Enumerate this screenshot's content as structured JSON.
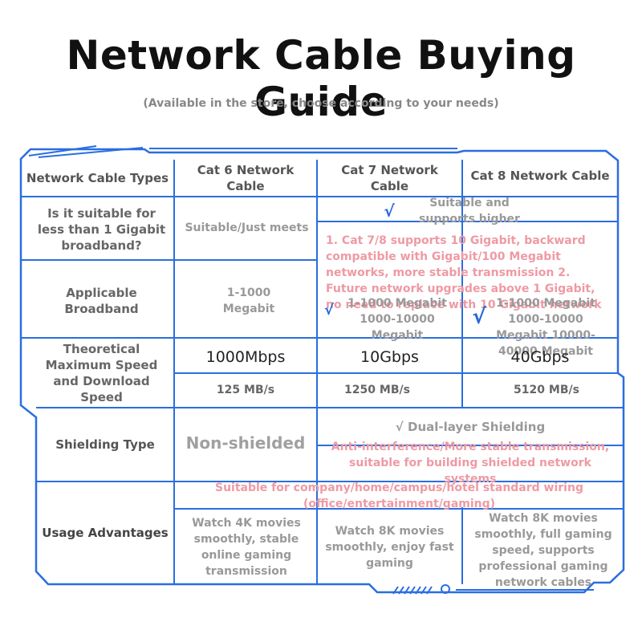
{
  "title": "Network Cable Buying Guide",
  "subtitle": "(Available in the store, choose according to your needs)",
  "table": {
    "headers": [
      "Network Cable Types",
      "Cat 6 Network Cable",
      "Cat 7 Network Cable",
      "Cat 8 Network Cable"
    ],
    "row_gigabit": {
      "label": "Is it suitable for less than 1 Gigabit broadband?",
      "cat6": "Suitable/Just meets",
      "cat78_tick": "√",
      "cat78": "Suitable and supports higher",
      "note": "1. Cat 7/8 supports 10 Gigabit, backward compatible with Gigabit/100 Megabit networks, more stable transmission 2. Future network upgrades above 1 Gigabit, no need to replace with 10 Gigabit network"
    },
    "row_broadband": {
      "label": "Applicable Broadband",
      "cat6": "1-1000 Megabit",
      "cat7": "1-1000 Megabit 1000-10000 Megabit",
      "cat8": "1-1000 Megabit 1000-10000 Megabit 10000-40000 Megabit",
      "tick": "√"
    },
    "row_speed": {
      "label": "Theoretical Maximum Speed and Download Speed",
      "cat6_speed": "1000Mbps",
      "cat7_speed": "10Gbps",
      "cat8_speed": "40Gbps",
      "cat6_dl": "125 MB/s",
      "cat7_dl": "1250 MB/s",
      "cat8_dl": "5120 MB/s"
    },
    "row_shield": {
      "label": "Shielding Type",
      "cat6": "Non-shielded",
      "cat78": "√ Dual-layer Shielding",
      "note": "Anti-interference/More stable transmission, suitable for building shielded network systems"
    },
    "row_usage": {
      "label": "Usage Advantages",
      "note": "Suitable for company/home/campus/hotel standard wiring (office/entertainment/gaming)",
      "cat6": "Watch 4K movies smoothly, stable online gaming transmission",
      "cat7": "Watch 8K movies smoothly, enjoy fast gaming",
      "cat8": "Watch 8K movies smoothly, full gaming speed, supports professional gaming network cables"
    }
  },
  "colors": {
    "border": "#2a6ee0",
    "pink": "#ee9aa3",
    "tick": "#2468d8"
  }
}
